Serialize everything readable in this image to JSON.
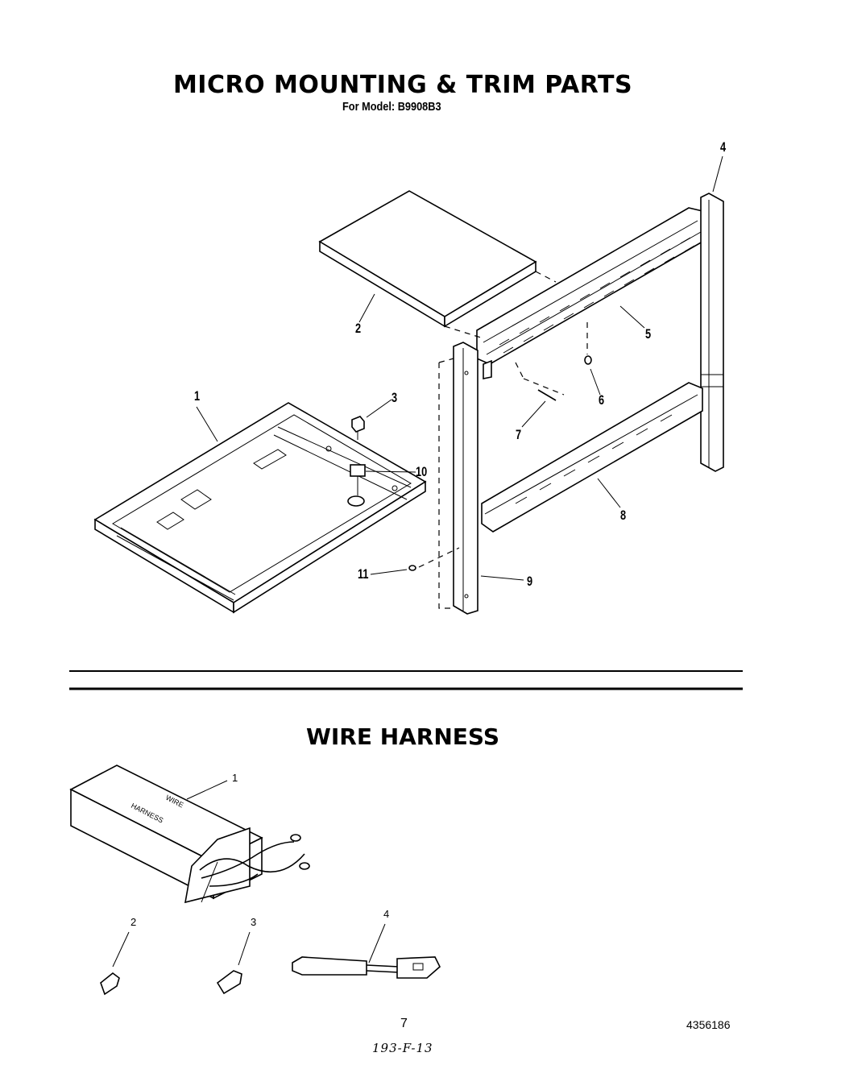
{
  "section1": {
    "title": "MICRO MOUNTING & TRIM PARTS",
    "subtitle": "For Model: B9908B3",
    "callouts": {
      "c1": "1",
      "c2": "2",
      "c3": "3",
      "c4": "4",
      "c5": "5",
      "c6": "6",
      "c7": "7",
      "c8": "8",
      "c9": "9",
      "c10": "10",
      "c11": "11"
    }
  },
  "section2": {
    "title": "WIRE HARNESS",
    "box_label_line1": "WIRE",
    "box_label_line2": "HARNESS",
    "callouts": {
      "c1": "1",
      "c2": "2",
      "c3": "3",
      "c4": "4"
    }
  },
  "footer": {
    "page_number": "7",
    "doc_number": "4356186",
    "handwritten_note": "193-F-13"
  }
}
